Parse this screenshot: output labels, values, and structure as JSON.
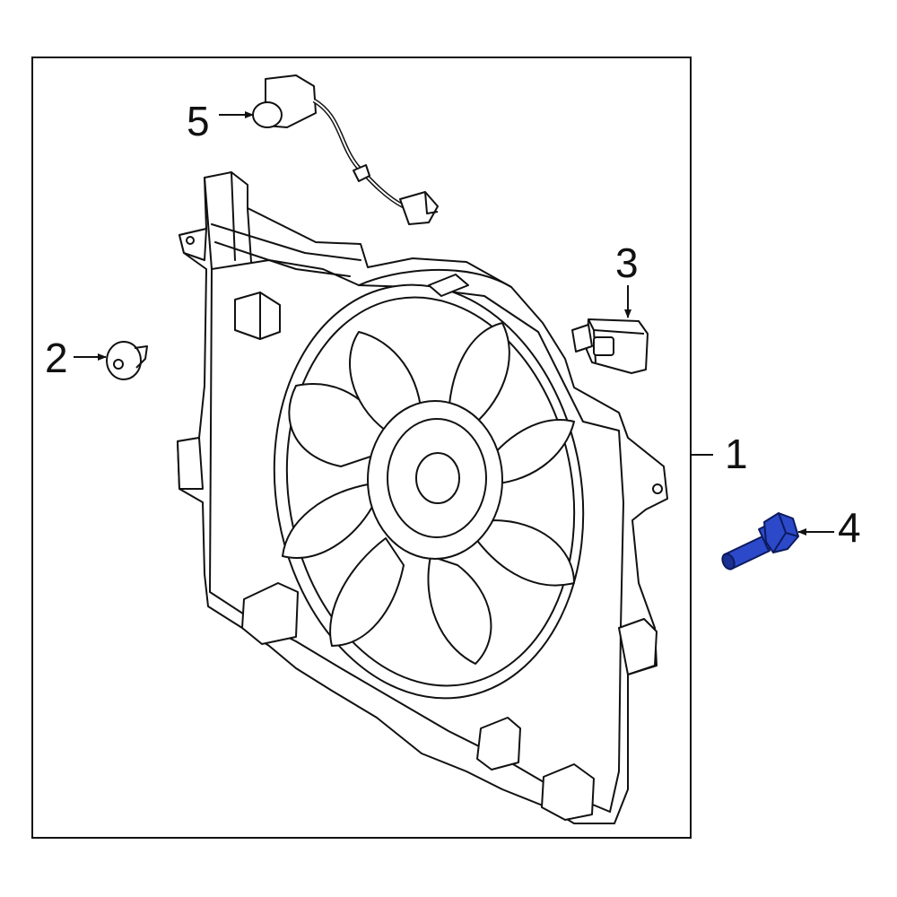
{
  "callouts": {
    "part1": "1",
    "part2": "2",
    "part3": "3",
    "part4": "4",
    "part5": "5"
  },
  "highlighted_part": "4",
  "colors": {
    "line": "#111111",
    "background": "#ffffff",
    "highlight_fill": "#2b49c9",
    "highlight_shade": "#1a2f92"
  },
  "icons": {
    "part1": "fan-shroud-assembly-icon",
    "part2": "push-pin-clip-icon",
    "part3": "retainer-clip-icon",
    "part4": "flange-bolt-icon",
    "part5": "wire-harness-icon"
  }
}
